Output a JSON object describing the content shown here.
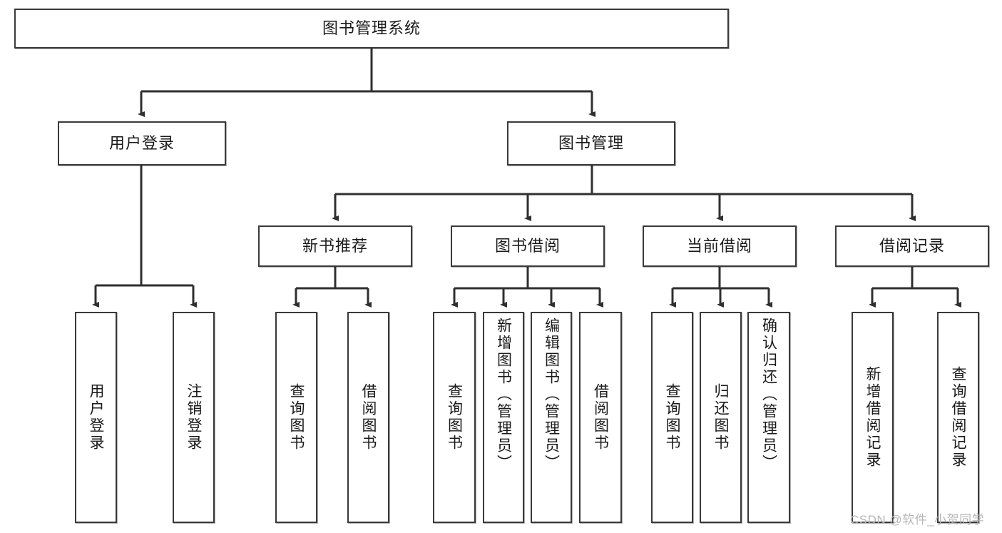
{
  "diagram": {
    "title": "图书管理系统",
    "type": "tree-hierarchy-diagram",
    "colors": {
      "box_border": "#3a3a3a",
      "box_fill": "#ffffff",
      "connector": "#2f2f2f",
      "text": "#1a1a1a",
      "watermark": "#b6b6b6"
    },
    "root": {
      "label": "图书管理系统"
    },
    "level2": [
      {
        "label": "用户登录"
      },
      {
        "label": "图书管理"
      }
    ],
    "level3": [
      {
        "label": "新书推荐"
      },
      {
        "label": "图书借阅"
      },
      {
        "label": "当前借阅"
      },
      {
        "label": "借阅记录"
      }
    ],
    "leaves": {
      "user_login": [
        {
          "label": "用户登录"
        },
        {
          "label": "注销登录"
        }
      ],
      "new_book_recommend": [
        {
          "label": "查询图书"
        },
        {
          "label": "借阅图书"
        }
      ],
      "book_borrow": [
        {
          "label": "查询图书"
        },
        {
          "label": "新增图书（管理员）"
        },
        {
          "label": "编辑图书（管理员）"
        },
        {
          "label": "借阅图书"
        }
      ],
      "current_borrow": [
        {
          "label": "查询图书"
        },
        {
          "label": "归还图书"
        },
        {
          "label": "确认归还（管理员）"
        }
      ],
      "borrow_record": [
        {
          "label": "新增借阅记录"
        },
        {
          "label": "查询借阅记录"
        }
      ]
    }
  },
  "watermark": {
    "text": "CSDN @软件_小贺同学"
  }
}
